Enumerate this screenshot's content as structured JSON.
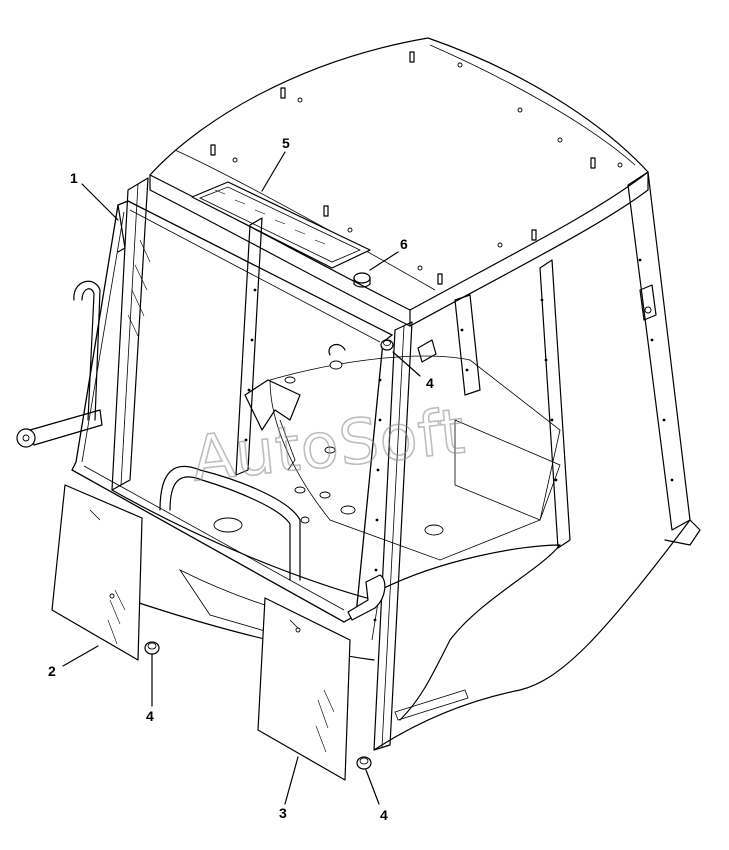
{
  "diagram": {
    "callouts": [
      {
        "id": "c1",
        "text": "1"
      },
      {
        "id": "c2",
        "text": "2"
      },
      {
        "id": "c3",
        "text": "3"
      },
      {
        "id": "c4a",
        "text": "4"
      },
      {
        "id": "c4b",
        "text": "4"
      },
      {
        "id": "c4c",
        "text": "4"
      },
      {
        "id": "c5",
        "text": "5"
      },
      {
        "id": "c6",
        "text": "6"
      }
    ],
    "watermark": "AutoSoft"
  }
}
